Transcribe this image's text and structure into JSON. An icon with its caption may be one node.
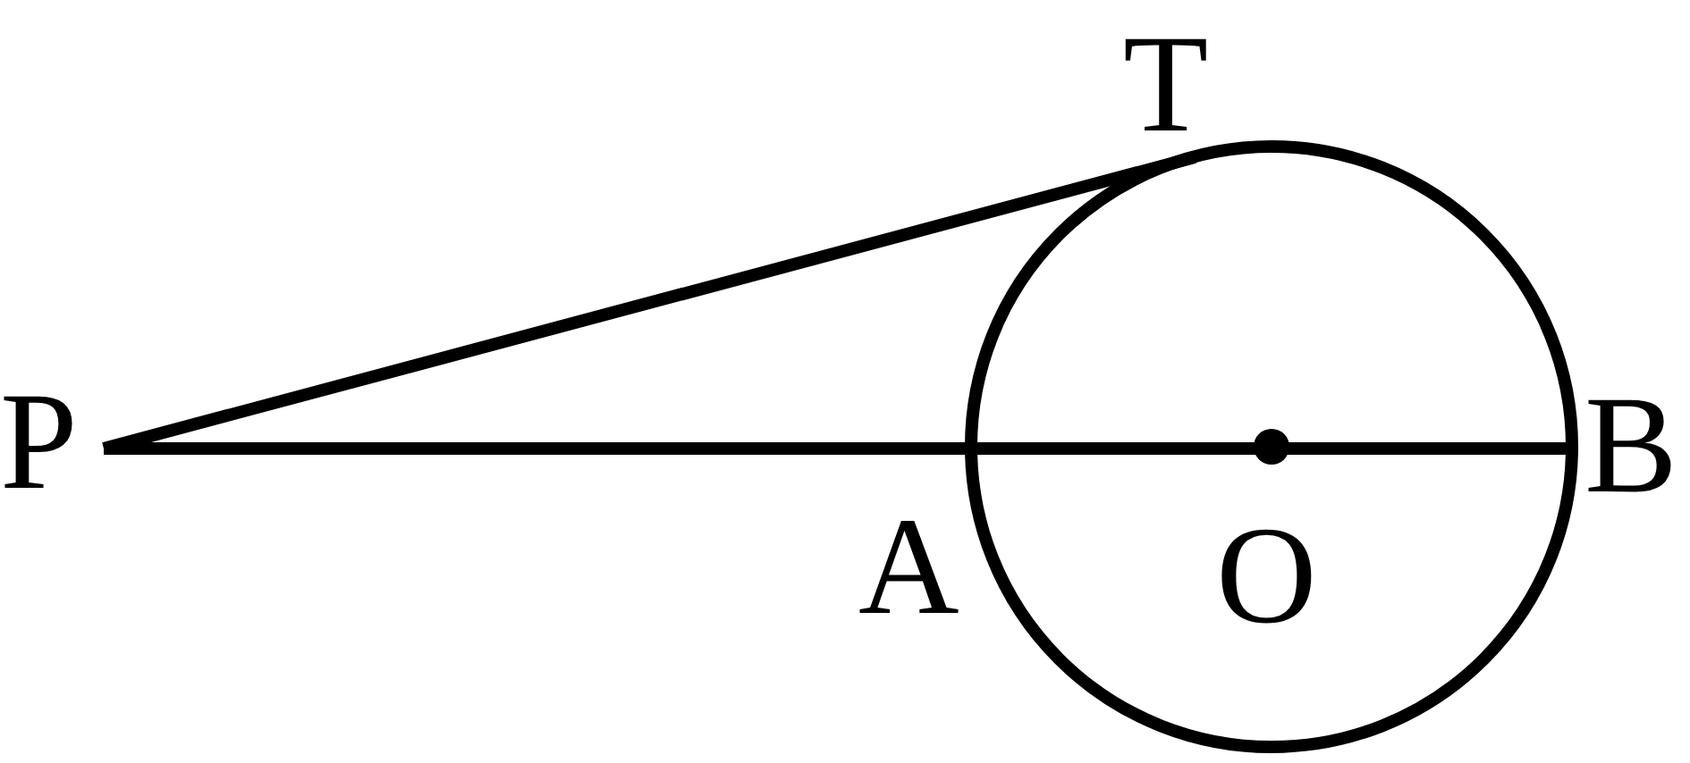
{
  "diagram": {
    "labels": [
      "T",
      "P",
      "B",
      "A",
      "O"
    ]
  }
}
